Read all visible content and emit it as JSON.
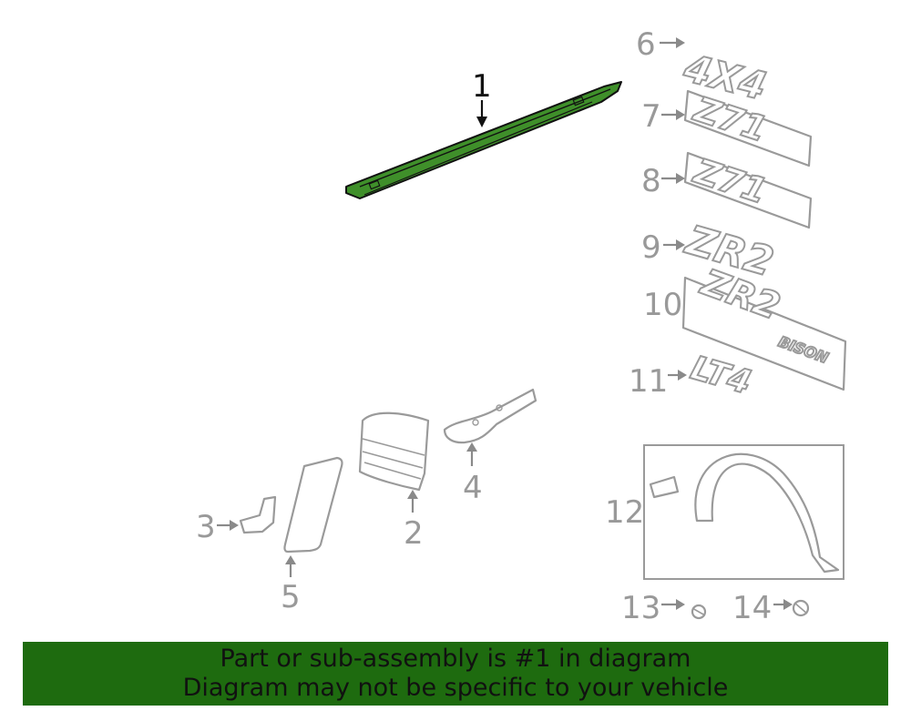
{
  "callouts": {
    "c1": "1",
    "c2": "2",
    "c3": "3",
    "c4": "4",
    "c5": "5",
    "c6": "6",
    "c7": "7",
    "c8": "8",
    "c9": "9",
    "c10": "10",
    "c11": "11",
    "c12": "12",
    "c13": "13",
    "c14": "14"
  },
  "badges": {
    "b6": "4X4",
    "b7": "Z71",
    "b8": "Z71",
    "b9": "ZR2",
    "b10": "ZR2",
    "b10_sub": "BISON",
    "b11": "LT4"
  },
  "banner": {
    "line1": "Part or sub-assembly is #1 in diagram",
    "line2": "Diagram may not be specific to your vehicle"
  },
  "colors": {
    "highlight_part": "#3f8f2a",
    "banner_bg": "#1e6b0f",
    "line_gray": "#9a9a9a"
  }
}
